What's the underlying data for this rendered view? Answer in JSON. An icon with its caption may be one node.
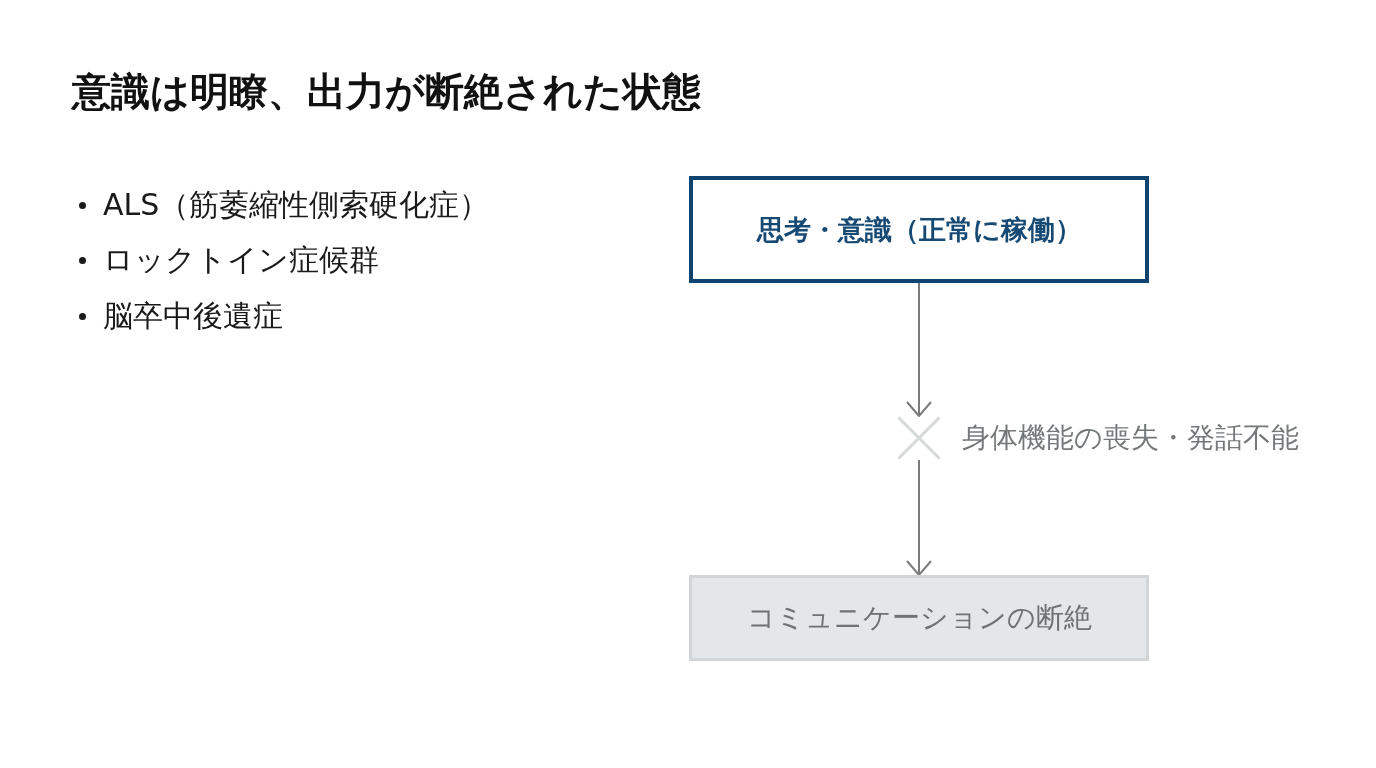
{
  "diagram": {
    "title": "意識は明瞭、出力が断絶された状態",
    "nodes": [
      {
        "text": [
          "思考・意識（正常に稼働）"
        ]
      },
      {
        "text": [],
        "shape": "cross",
        "beside": [
          "身体機能の喪失・発話不能"
        ]
      },
      {
        "text": [
          "コミュニケーションの断絶"
        ]
      }
    ],
    "edges": [
      {
        "from": 0,
        "to": 1,
        "arrow": "to"
      },
      {
        "from": 1,
        "to": 2,
        "arrow": "to"
      }
    ],
    "labels": [
      "ALS（筋萎縮性側索硬化症）",
      "ロックトイン症候群",
      "脳卒中後遺症"
    ]
  }
}
